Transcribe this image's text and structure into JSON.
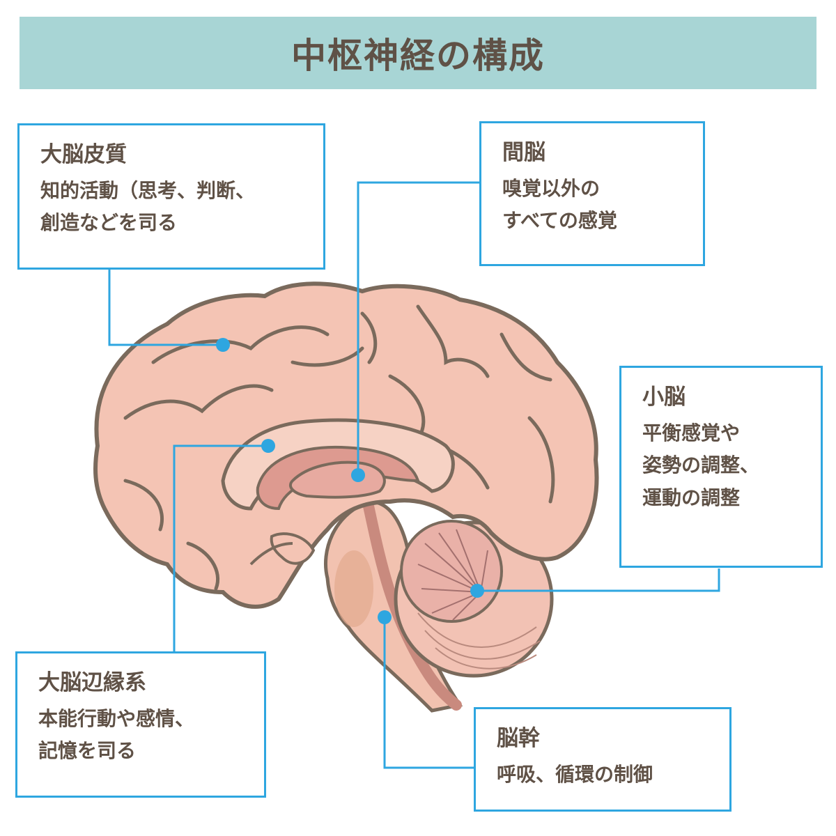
{
  "title": "中枢神経の構成",
  "colors": {
    "title_bg": "#a8d5d5",
    "text": "#5f5146",
    "callout": "#2ea6e0",
    "brain_fill": "#f4c4b4",
    "brain_outline": "#7a6a5c"
  },
  "labels": {
    "cerebral_cortex": {
      "title": "大脳皮質",
      "lines": [
        "知的活動（思考、判断、",
        "創造などを司る"
      ]
    },
    "diencephalon": {
      "title": "間脳",
      "lines": [
        "嗅覚以外の",
        "すべての感覚"
      ]
    },
    "cerebellum": {
      "title": "小脳",
      "lines": [
        "平衡感覚や",
        "姿勢の調整、",
        "運動の調整"
      ]
    },
    "limbic_system": {
      "title": "大脳辺縁系",
      "lines": [
        "本能行動や感情、",
        "記憶を司る"
      ]
    },
    "brainstem": {
      "title": "脳幹",
      "lines": [
        "呼吸、循環の制御"
      ]
    }
  }
}
